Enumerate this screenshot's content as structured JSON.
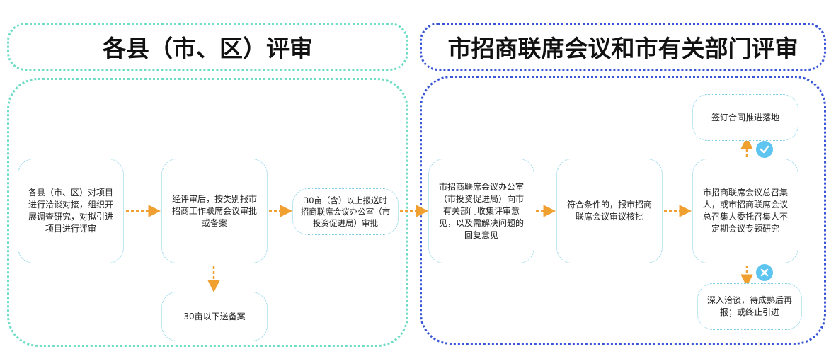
{
  "sections": {
    "county": {
      "title": "各县（市、区）评审"
    },
    "city": {
      "title": "市招商联席会议和市有关部门评审"
    }
  },
  "boxes": {
    "county_review": "各县（市、区）对项目进行洽谈对接，组织开展调查研究，对拟引进项目进行评审",
    "after_review": "经评审后，按类别报市招商工作联席会议审批或备案",
    "over_30": "30亩（含）以上报送时招商联席会议办公室（市投资促进局）审批",
    "under_30": "30亩以下送备案",
    "office_collect": "市招商联席会议办公室（市投资促进局）向市有关部门收集评审意见，以及需解决问题的回复意见",
    "qualified": "符合条件的，报市招商联席会议审议核批",
    "convener": "市招商联席会议总召集人，或市招商联席会议总召集人委托召集人不定期会议专题研究",
    "sign": "签订合同推进落地",
    "deepen": "深入洽谈，待成熟后再报；或终止引进"
  },
  "colors": {
    "arrow": "#f0a030",
    "teal": "#6fdcc7",
    "blue": "#3a56d6",
    "badge": "#5ec4f0"
  },
  "icons": {
    "approve": "check-icon",
    "reject": "cross-icon"
  }
}
